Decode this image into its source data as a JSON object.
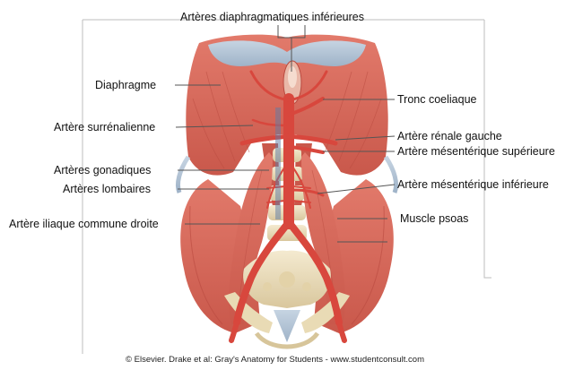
{
  "figure": {
    "labels": {
      "top": "Artères diaphragmatiques inférieures",
      "diaphragme": "Diaphragme",
      "surrenalienne": "Artère surrénalienne",
      "gonadiques": "Artères gonadiques",
      "lombaires": "Artères lombaires",
      "iliaque": "Artère iliaque commune droite",
      "tronc": "Tronc coeliaque",
      "renale": "Artère rénale gauche",
      "mes_sup": "Artère mésentérique supérieure",
      "mes_inf": "Artère mésentérique inférieure",
      "psoas": "Muscle psoas"
    },
    "credit": "© Elsevier. Drake et al: Gray's Anatomy for Students - www.studentconsult.com"
  },
  "colors": {
    "muscle": "#d9685a",
    "muscle_dark": "#b94a3f",
    "tendon": "#a9bfd4",
    "bone": "#efe3c2",
    "bone_shade": "#d7c59a",
    "artery": "#d8473d",
    "leader": "#555555"
  }
}
